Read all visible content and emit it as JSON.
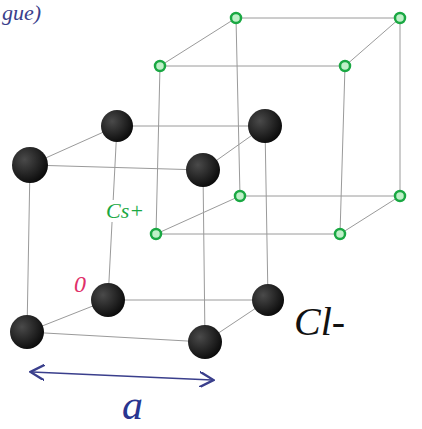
{
  "diagram": {
    "labels": [
      "gue)",
      "Cs+",
      "0",
      "Cl-",
      "a"
    ]
  }
}
